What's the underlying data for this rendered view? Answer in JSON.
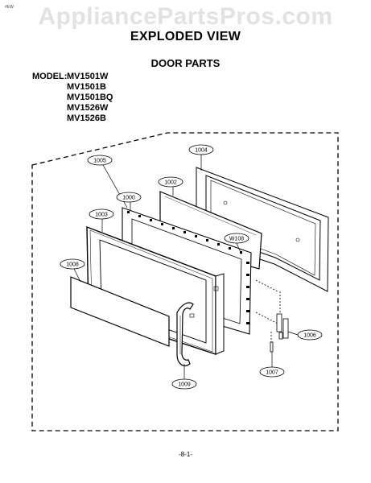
{
  "corner_mark": "#EW",
  "watermark": "AppliancePartsPros.com",
  "title": "EXPLODED VIEW",
  "subtitle": "DOOR PARTS",
  "model_label": "MODEL:",
  "models": [
    "MV1501W",
    "MV1501B",
    "MV1501BQ",
    "MV1526W",
    "MV1526B"
  ],
  "callouts": {
    "p1004": "1004",
    "p1005": "1005",
    "p1002": "1002",
    "p1000": "1000",
    "p1003": "1003",
    "pW108": "W108",
    "p1008": "1008",
    "p1006": "1006",
    "p1007": "1007",
    "p1009": "1009"
  },
  "page_number": "-8-1-"
}
